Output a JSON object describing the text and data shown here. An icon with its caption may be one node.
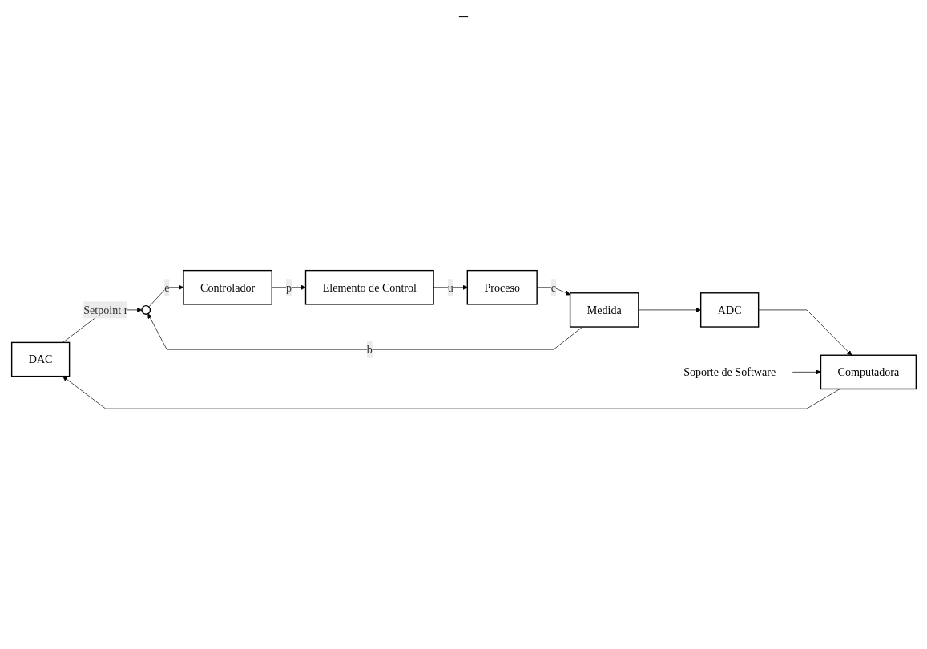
{
  "diagram": {
    "nodes": [
      {
        "text": [
          "DAC"
        ]
      },
      {
        "text": [],
        "shape": "circle"
      },
      {
        "text": [
          "Controlador"
        ]
      },
      {
        "text": [
          "Elemento de Control"
        ]
      },
      {
        "text": [
          "Proceso"
        ]
      },
      {
        "text": [
          "Medida"
        ]
      },
      {
        "text": [
          "Computadora"
        ]
      },
      {
        "text": [
          "ADC"
        ]
      },
      {
        "text": [
          "Soporte de Software"
        ]
      }
    ],
    "edges": [
      {
        "from": 0,
        "to": 1,
        "arrow": "to",
        "label": "Setpoint r"
      },
      {
        "from": 1,
        "to": 2,
        "arrow": "to",
        "label": "e"
      },
      {
        "from": 2,
        "to": 3,
        "arrow": "to",
        "label": "p"
      },
      {
        "from": 3,
        "to": 4,
        "arrow": "to",
        "label": "u"
      },
      {
        "from": 4,
        "to": 5,
        "arrow": "to",
        "label": "c"
      },
      {
        "from": 5,
        "to": 1,
        "arrow": "to",
        "label": "b"
      },
      {
        "from": 5,
        "to": 7,
        "arrow": "to"
      },
      {
        "from": 7,
        "to": 6,
        "arrow": "to"
      },
      {
        "from": 6,
        "to": 0,
        "arrow": "to"
      },
      {
        "from": 8,
        "to": 6,
        "arrow": "to"
      }
    ],
    "labels": [
      "–"
    ]
  }
}
